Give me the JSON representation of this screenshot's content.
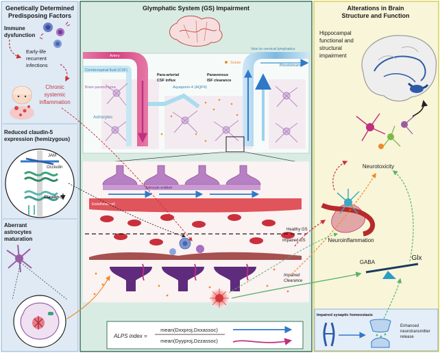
{
  "colors": {
    "left_bg": "#dfeaf5",
    "center_bg": "#d9ece4",
    "right_bg": "#f8f5d9",
    "right_border": "#d8ce56",
    "artery": "#d6417e",
    "vein": "#7db9e0",
    "astro": "#9a5da5",
    "endothelial": "#e0545b",
    "rbc": "#c9303c",
    "neuron_purple": "#5f2b7c",
    "arrow_blue": "#2f79c8",
    "arrow_red": "#c8333c",
    "arrow_orange": "#ef8a2a",
    "arrow_green": "#58b36a"
  },
  "left": {
    "title_line1": "Genetically Determined",
    "title_line2": "Predisposing Factors",
    "immune_line1": "Immune",
    "immune_line2": "dysfunction",
    "early_line1": "Early-life",
    "early_line2": "recurrent",
    "early_line3": "infections",
    "chronic_line1": "Chronic",
    "chronic_line2": "systemic",
    "chronic_line3": "inflammation",
    "claudin_line1": "Reduced claudin-5",
    "claudin_line2": "expression (hemizygous)",
    "jam": "JAM",
    "occludin": "Occludin",
    "claudin5": "Claudin-5",
    "aberrant_line1": "Aberrant",
    "aberrant_line2": "astrocytes",
    "aberrant_line3": "maturation"
  },
  "center": {
    "title": "Glymphatic System (GS) Impairment",
    "artery": "Artery",
    "vein": "Vein to cervical lymphatics",
    "csf": "Cerebrospinal fluid (CSF)",
    "brain_parenchyma": "Brain parenchyma",
    "astrocytes": "Astrocytes",
    "para_arterial_line1": "Para-arterial",
    "para_arterial_line2": "CSF influx",
    "aquaporin": "Aquaporin-4 (AQP4)",
    "solute": "Solute",
    "paravenous_line1": "Paravenous",
    "paravenous_line2": "ISF clearance",
    "bloodstream": "Bloodstream",
    "astrocyte_endfeet": "Astrocyte endfeet",
    "endothelial_cell": "Endothelial cell",
    "healthy_gs": "Healthy GS",
    "impaired_gs": "Impaired GS",
    "impaired_clearance_line1": "Impaired",
    "impaired_clearance_line2": "Clearance",
    "alps_label": "ALPS index =",
    "alps_num": "mean(Dxxproj,Dxxassoc)",
    "alps_den": "mean(Dyyproj,Dzzassoc)"
  },
  "right": {
    "title_line1": "Alterations in Brain",
    "title_line2": "Structure and Function",
    "hippo_line1": "Hippocampal",
    "hippo_line2": "functional and",
    "hippo_line3": "structural",
    "hippo_line4": "impairment",
    "neurotoxicity": "Neurotoxicity",
    "neuroinflammation": "Neuroinflammation",
    "gaba": "GABA",
    "glx": "Glx",
    "synaptic_title": "Impaired synaptic homeostasis",
    "enhanced_line1": "Enhanced",
    "enhanced_line2": "neurotransmitter",
    "enhanced_line3": "release"
  }
}
